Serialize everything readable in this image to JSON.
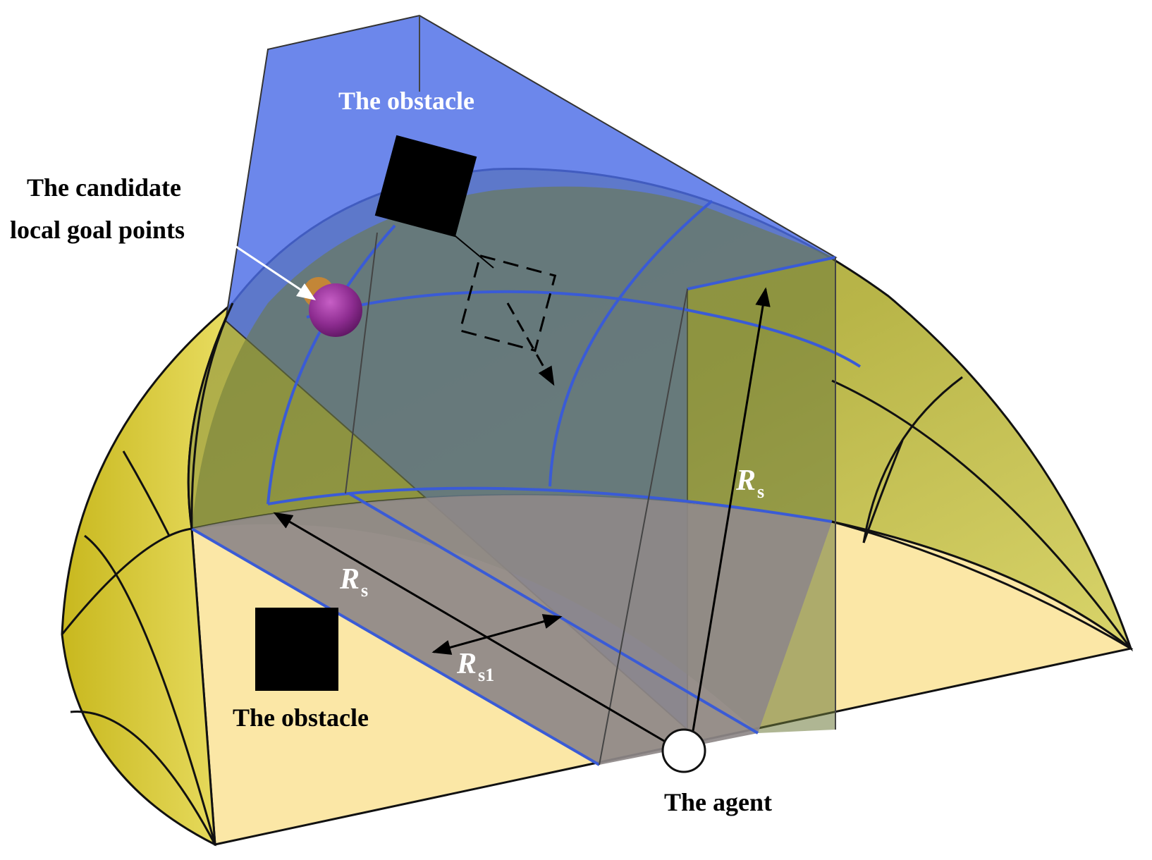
{
  "labels": {
    "obstacle_top": "The obstacle",
    "candidate_line1": "The candidate",
    "candidate_line2": "local goal points",
    "obstacle_bottom": "The obstacle",
    "agent": "The agent",
    "rs_vertical": "R",
    "rs_vertical_sub": "s",
    "rs_diagonal": "R",
    "rs_diagonal_sub": "s",
    "rs1": "R",
    "rs1_sub": "s1"
  },
  "colors": {
    "dome_fill": "#c9c24a",
    "dome_dark": "#8e9a3c",
    "floor_fill": "#fbe7a6",
    "wall_blue": "#5b77e8",
    "corridor_gray": "#8e8888",
    "grid_blue": "#3a5bd6",
    "goal_point": "#8b2b8c",
    "obstacle": "#000000",
    "agent": "#ffffff"
  }
}
